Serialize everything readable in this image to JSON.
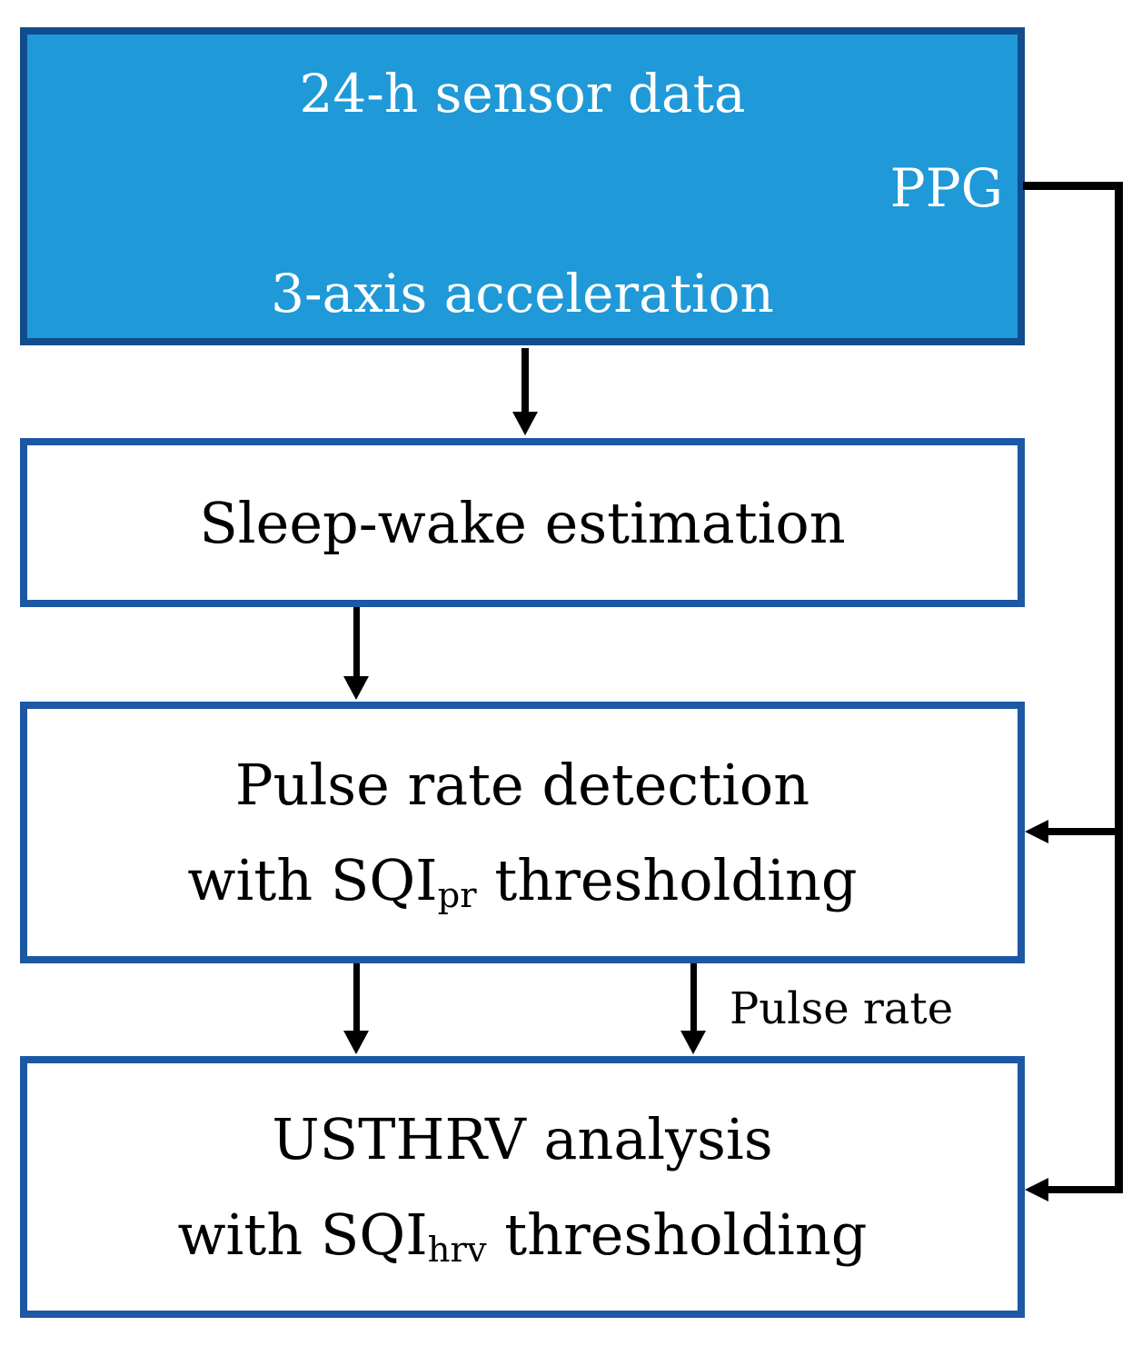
{
  "nodes": {
    "sensor": {
      "title": "24-h sensor data",
      "ppg_label": "PPG",
      "accel_label": "3-axis acceleration"
    },
    "sleep_wake": {
      "label": "Sleep-wake estimation"
    },
    "pulse_rate_detection": {
      "line1": "Pulse rate detection",
      "line2_prefix": "with SQI",
      "line2_subscript": "pr",
      "line2_suffix": " thresholding"
    },
    "usthrv_analysis": {
      "line1": "USTHRV analysis",
      "line2_prefix": "with SQI",
      "line2_subscript": "hrv",
      "line2_suffix": " thresholding"
    }
  },
  "edge_labels": {
    "pulse_rate": "Pulse rate"
  },
  "colors": {
    "sensor_fill": "#1f99d7",
    "sensor_border": "#114d8c",
    "box_border": "#1c58a4",
    "connector": "#000000",
    "text_on_blue": "#ffffff",
    "text_dark": "#000000"
  }
}
